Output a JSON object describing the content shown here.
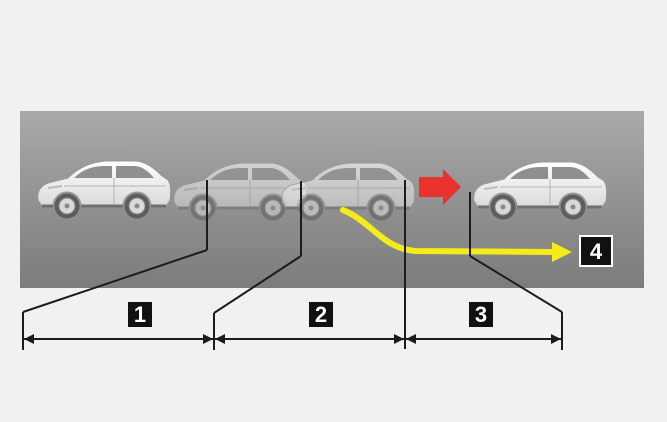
{
  "diagram": {
    "markers": [
      {
        "id": "1",
        "label": "1"
      },
      {
        "id": "2",
        "label": "2"
      },
      {
        "id": "3",
        "label": "3"
      },
      {
        "id": "4",
        "label": "4"
      }
    ],
    "colors": {
      "page_background": "#f1f1f1",
      "scene_top": "#a9a9a9",
      "scene_bottom": "#7c7c7c",
      "car_body": "#f4f4f4",
      "car_faded": "#d2d2d2",
      "arrow_red": "#e8322b",
      "path_yellow": "#f4ec1a",
      "line": "#1c1c1c",
      "label_box": "#111111",
      "label_text": "#ffffff"
    }
  }
}
